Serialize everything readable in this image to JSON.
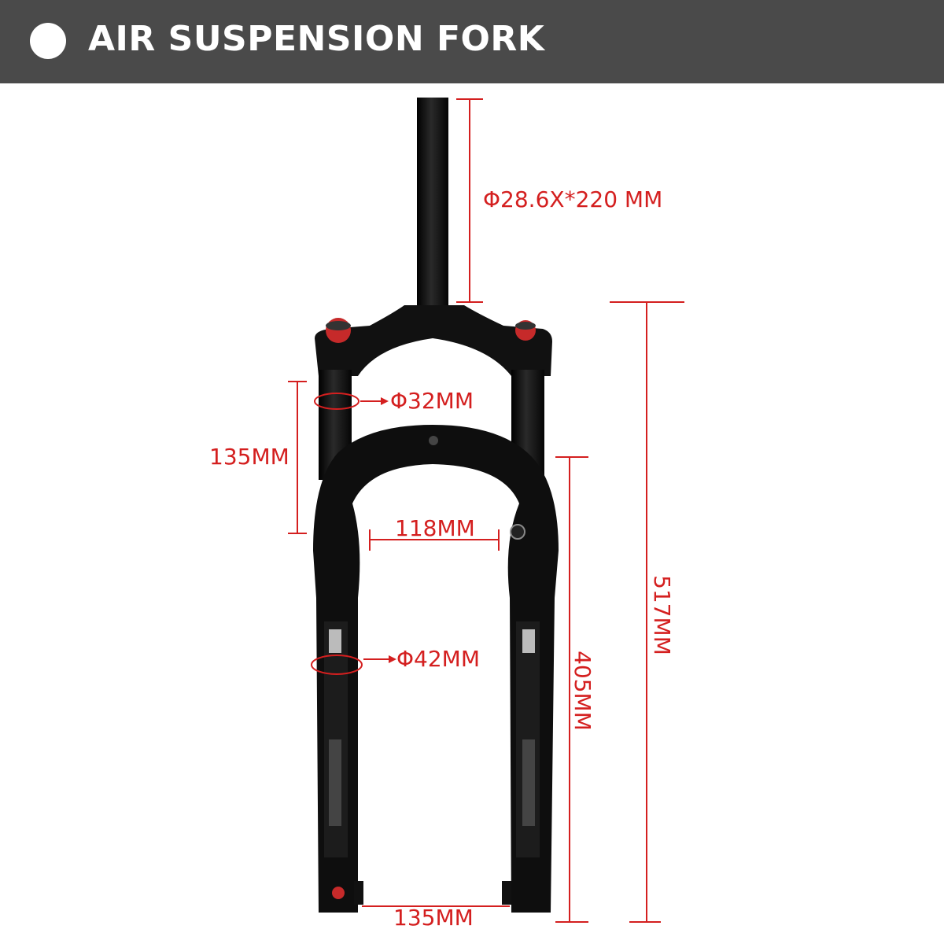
{
  "header": {
    "title": "AIR SUSPENSION FORK"
  },
  "dimensions": {
    "steerer": "Φ28.6X*220 MM",
    "upper_tube_diameter": "Φ32MM",
    "travel": "135MM",
    "inner_width": "118MM",
    "lower_leg_diameter": "Φ42MM",
    "axle_to_crown": "405MM",
    "overall_length": "517MM",
    "hub_spacing": "135MM"
  },
  "colors": {
    "header_bg": "#4a4a4a",
    "dimension": "#d41f1f",
    "fork": "#0e0e0e"
  }
}
